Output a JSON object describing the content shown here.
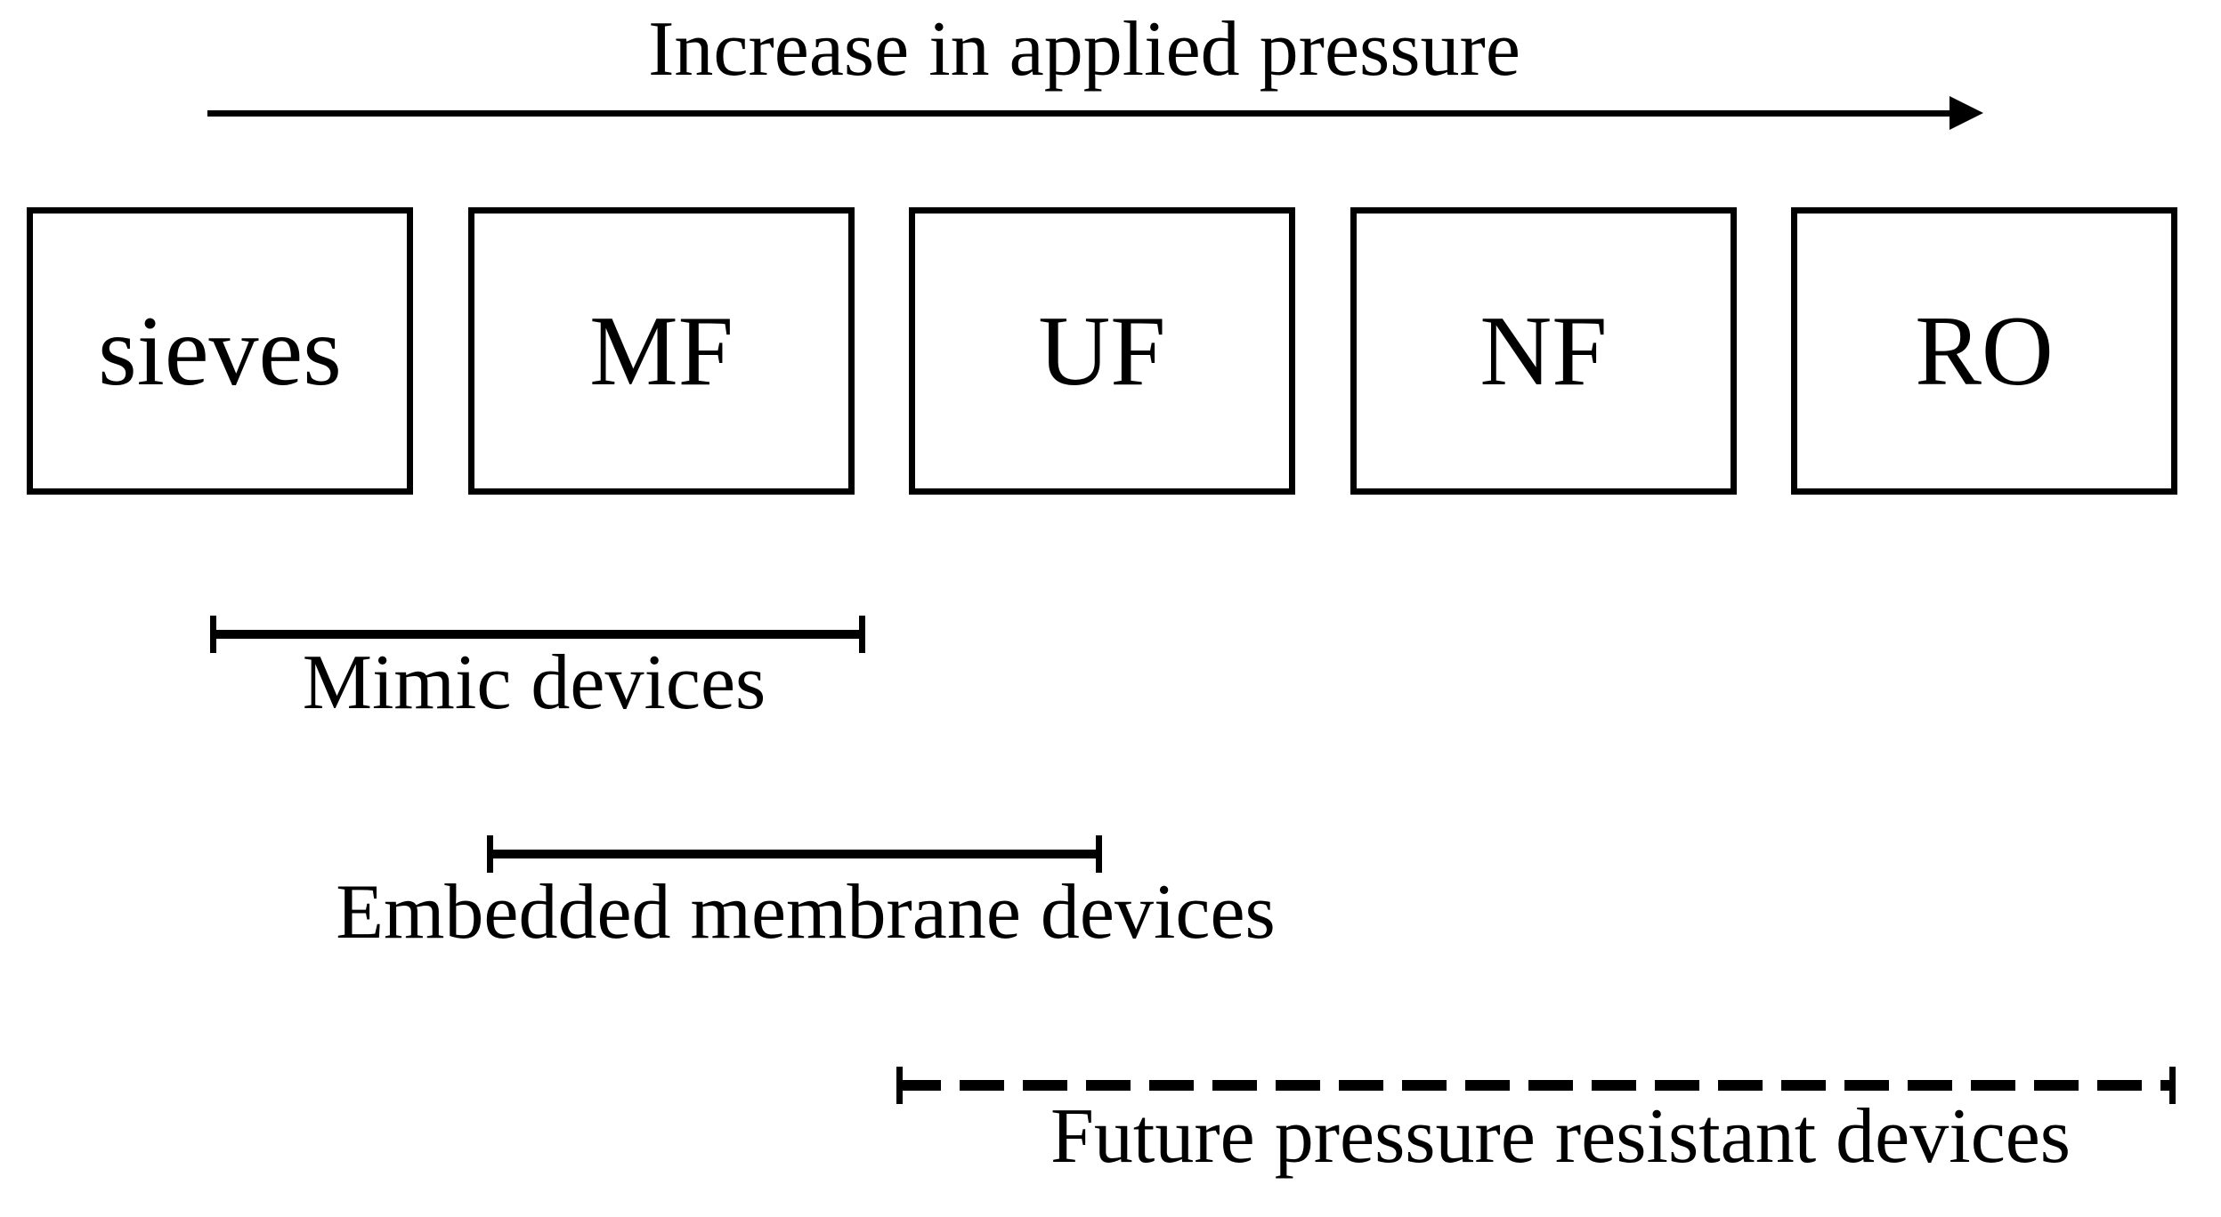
{
  "title": "Increase in applied pressure",
  "boxes": [
    {
      "label": "sieves"
    },
    {
      "label": "MF"
    },
    {
      "label": "UF"
    },
    {
      "label": "NF"
    },
    {
      "label": "RO"
    }
  ],
  "ranges": [
    {
      "label": "Mimic devices",
      "line_style": "solid"
    },
    {
      "label": "Embedded membrane devices",
      "line_style": "solid"
    },
    {
      "label": "Future pressure resistant devices",
      "line_style": "dashed"
    }
  ],
  "colors": {
    "foreground": "#000000",
    "background": "#ffffff"
  }
}
